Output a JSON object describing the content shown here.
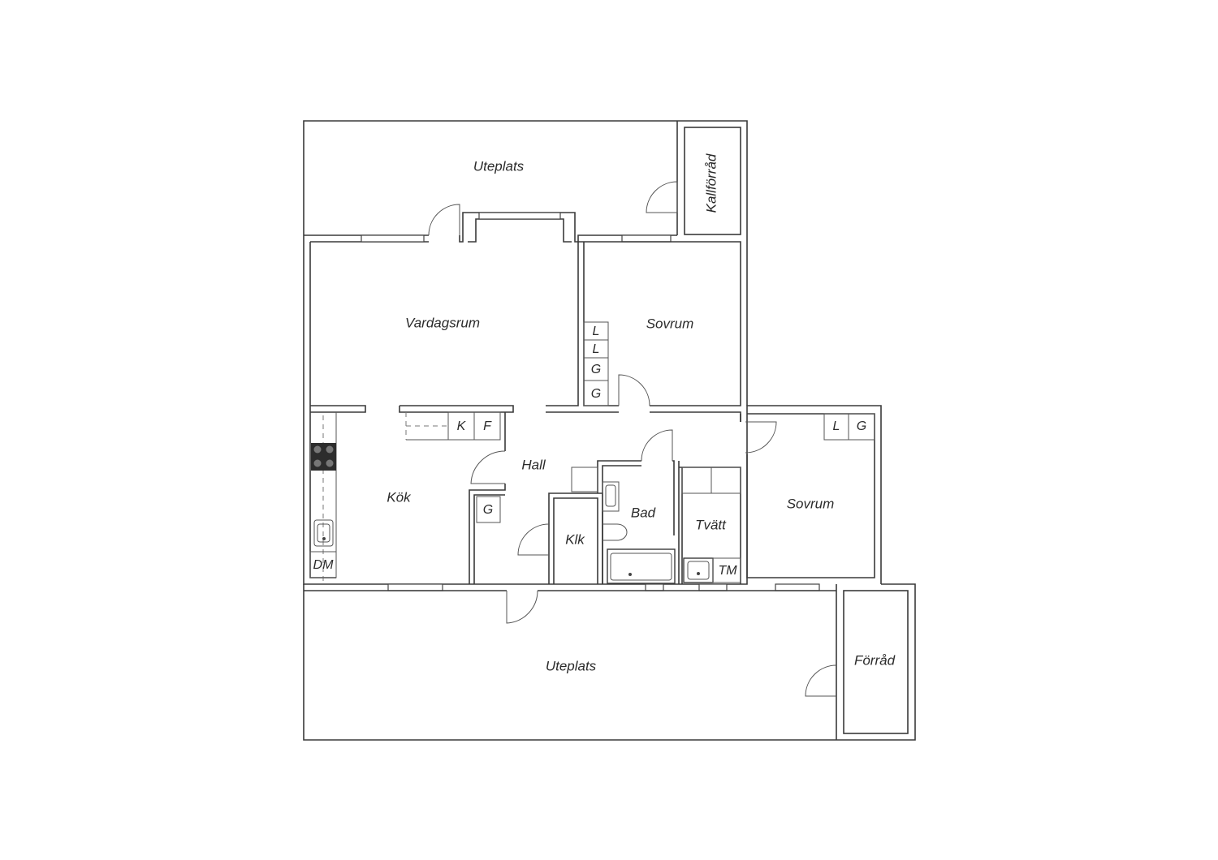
{
  "rooms": {
    "uteplats_top": "Uteplats",
    "kallforrad": "Kallförråd",
    "vardagsrum": "Vardagsrum",
    "sovrum_1": "Sovrum",
    "kok": "Kök",
    "hall": "Hall",
    "bad": "Bad",
    "tvatt": "Tvätt",
    "sovrum_2": "Sovrum",
    "klk": "Klk",
    "uteplats_bottom": "Uteplats",
    "forrad": "Förråd"
  },
  "fixtures": {
    "wardrobe_l": "L",
    "wardrobe_g": "G",
    "fridge_k": "K",
    "freezer_f": "F",
    "dishwasher": "DM",
    "dryer": "TM"
  },
  "colors": {
    "line": "#3a3a3a",
    "background": "#ffffff"
  }
}
